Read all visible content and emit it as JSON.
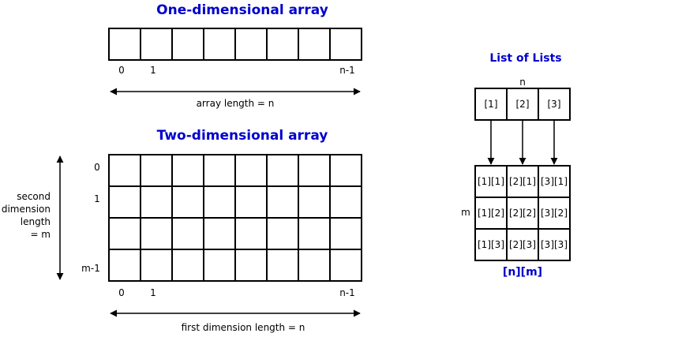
{
  "one_d": {
    "title": "One-dimensional array",
    "index_first": "0",
    "index_second": "1",
    "index_last": "n-1",
    "length_label": "array length = n"
  },
  "two_d": {
    "title": "Two-dimensional array",
    "row_index_first": "0",
    "row_index_second": "1",
    "row_index_last": "m-1",
    "col_index_first": "0",
    "col_index_second": "1",
    "col_index_last": "n-1",
    "second_dim_label": [
      "second",
      "dimension",
      "length",
      "= m"
    ],
    "first_dim_label": "first dimension length = n"
  },
  "list_of_lists": {
    "title": "List of Lists",
    "top_label": "n",
    "side_label": "m",
    "headers": [
      "[1]",
      "[2]",
      "[3]"
    ],
    "grid": [
      [
        "[1][1]",
        "[2][1]",
        "[3][1]"
      ],
      [
        "[1][2]",
        "[2][2]",
        "[3][2]"
      ],
      [
        "[1][3]",
        "[2][3]",
        "[3][3]"
      ]
    ],
    "bottom_label": "[n][m]"
  }
}
